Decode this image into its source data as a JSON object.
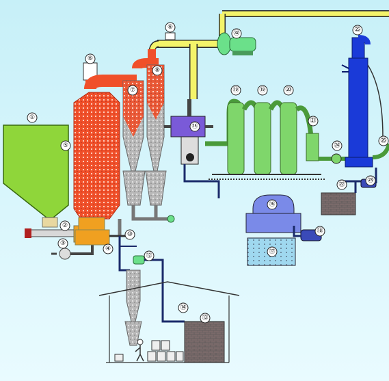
{
  "labels": {
    "n1": "①",
    "n2": "②",
    "n3": "③",
    "n4": "④",
    "n5": "⑤",
    "n6a": "⑥",
    "n6b": "⑥",
    "n7": "⑦",
    "n8": "⑧",
    "n10": "⑩",
    "n12": "⑫",
    "n13": "⑬",
    "n14": "⑭",
    "n15": "⑮",
    "n16": "⑯",
    "n17": "⑰",
    "n18": "⑱",
    "n19a": "⑲",
    "n19b": "⑲",
    "n20": "⑳",
    "n21": "㉑",
    "n22": "㉒",
    "n23": "㉓",
    "n24": "㉔",
    "n25": "㉕",
    "n26": "㉖",
    "n32": "㉜"
  },
  "colors": {
    "background_top": "#c7f0f8",
    "background_bottom": "#e9fbff",
    "hopper_green": "#8fd63a",
    "dryer_red": "#f0502a",
    "cyclone_grey": "#b8b8b8",
    "duct_yellow": "#f4f46a",
    "scrubber_green": "#7fd66b",
    "tower_blue": "#1a3ad8",
    "pipe_navy": "#1a2a6a"
  }
}
